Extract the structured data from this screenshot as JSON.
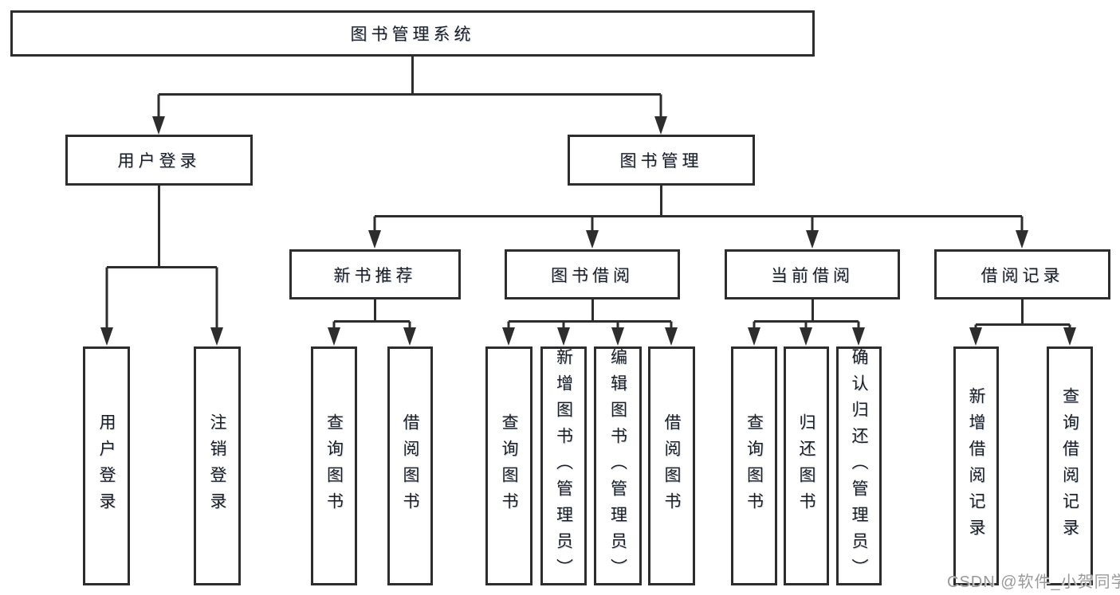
{
  "tree": {
    "label": "图书管理系统",
    "children": [
      {
        "label": "用户登录",
        "children": [
          {
            "label": "用户登录"
          },
          {
            "label": "注销登录"
          }
        ]
      },
      {
        "label": "图书管理",
        "children": [
          {
            "label": "新书推荐",
            "children": [
              {
                "label": "查询图书"
              },
              {
                "label": "借阅图书"
              }
            ]
          },
          {
            "label": "图书借阅",
            "children": [
              {
                "label": "查询图书"
              },
              {
                "label": "新增图书（管理员）"
              },
              {
                "label": "编辑图书（管理员）"
              },
              {
                "label": "借阅图书"
              }
            ]
          },
          {
            "label": "当前借阅",
            "children": [
              {
                "label": "查询图书"
              },
              {
                "label": "归还图书"
              },
              {
                "label": "确认归还（管理员）"
              }
            ]
          },
          {
            "label": "借阅记录",
            "children": [
              {
                "label": "新增借阅记录"
              },
              {
                "label": "查询借阅记录"
              }
            ]
          }
        ]
      }
    ]
  },
  "watermark": {
    "text": "CSDN @软件_小贺同学"
  },
  "colors": {
    "line": "#2d2d2d",
    "text": "#1d1d1d",
    "box_background": "#ffffff",
    "watermark": "#9a9a9a",
    "page_background": "#ffffff"
  }
}
